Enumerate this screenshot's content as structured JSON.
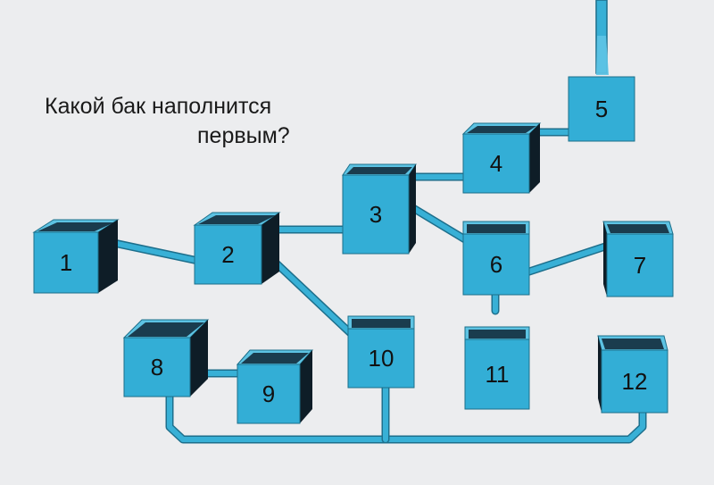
{
  "question": {
    "line1": "Какой бак наполнится",
    "line2": "первым?"
  },
  "tanks": [
    {
      "id": "1",
      "label": "1"
    },
    {
      "id": "2",
      "label": "2"
    },
    {
      "id": "3",
      "label": "3"
    },
    {
      "id": "4",
      "label": "4"
    },
    {
      "id": "5",
      "label": "5"
    },
    {
      "id": "6",
      "label": "6"
    },
    {
      "id": "7",
      "label": "7"
    },
    {
      "id": "8",
      "label": "8"
    },
    {
      "id": "9",
      "label": "9"
    },
    {
      "id": "10",
      "label": "10"
    },
    {
      "id": "11",
      "label": "11"
    },
    {
      "id": "12",
      "label": "12"
    }
  ],
  "colors": {
    "background": "#ecedef",
    "tank_front": "#33aed6",
    "tank_top": "#5dc3e3",
    "tank_inner": "#0e1d27",
    "pipe": "#38b0d6",
    "water": "#5ec4e6"
  }
}
